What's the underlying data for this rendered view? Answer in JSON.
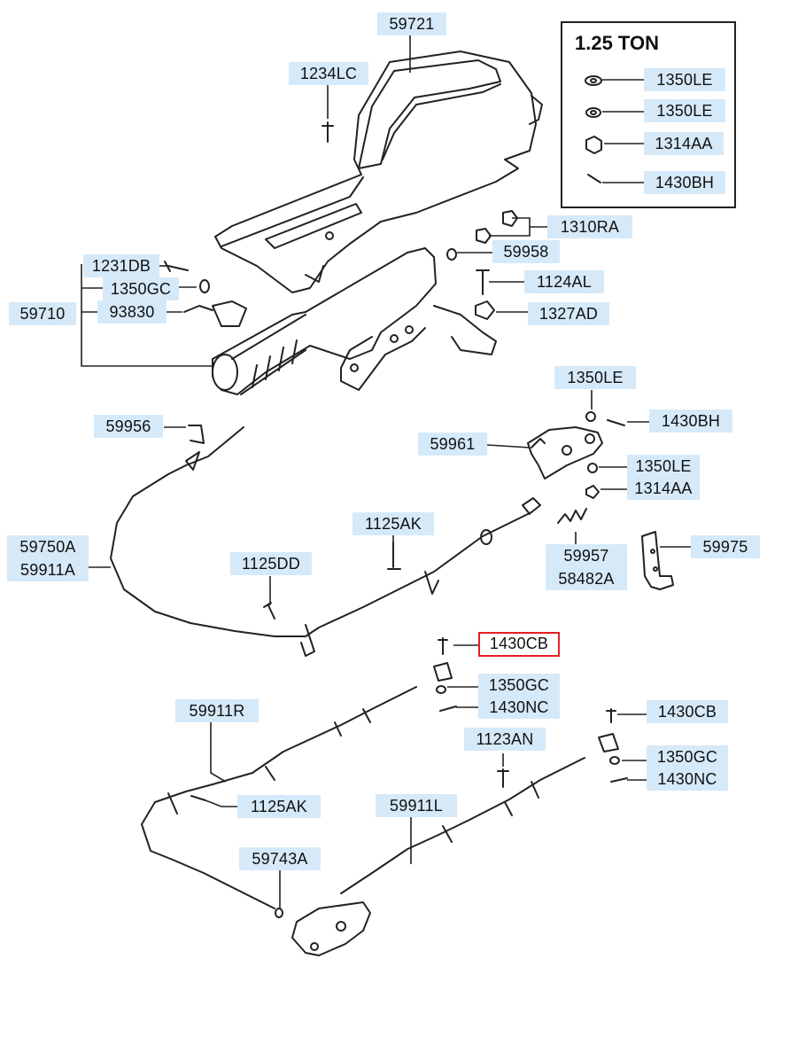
{
  "inset": {
    "title": "1.25 TON"
  },
  "labels": {
    "l59721": "59721",
    "l1234LC": "1234LC",
    "l1310RA": "1310RA",
    "l59958": "59958",
    "l1124AL": "1124AL",
    "l1327AD": "1327AD",
    "l1231DB": "1231DB",
    "l1350GC_a": "1350GC",
    "l59710": "59710",
    "l93830": "93830",
    "l1350LE_a": "1350LE",
    "l1350LE_b": "1350LE",
    "l1314AA_a": "1314AA",
    "l1430BH_a": "1430BH",
    "l1350LE_c": "1350LE",
    "l1430BH_b": "1430BH",
    "l59961": "59961",
    "l1350LE_d": "1350LE",
    "l1314AA_b": "1314AA",
    "l59956": "59956",
    "l1125AK_a": "1125AK",
    "l59750A": "59750A",
    "l59911A": "59911A",
    "l1125DD": "1125DD",
    "l59957": "59957",
    "l58482A": "58482A",
    "l59975": "59975",
    "l1430CB_a": "1430CB",
    "l1350GC_b": "1350GC",
    "l1430NC_a": "1430NC",
    "l59911R": "59911R",
    "l1430CB_b": "1430CB",
    "l1123AN": "1123AN",
    "l1350GC_c": "1350GC",
    "l1430NC_b": "1430NC",
    "l1125AK_b": "1125AK",
    "l59911L": "59911L",
    "l59743A": "59743A"
  },
  "selected_part": "1430CB",
  "colors": {
    "label_bg": "#d6e9f8",
    "highlight_border": "#e41e26",
    "line": "#222222"
  }
}
